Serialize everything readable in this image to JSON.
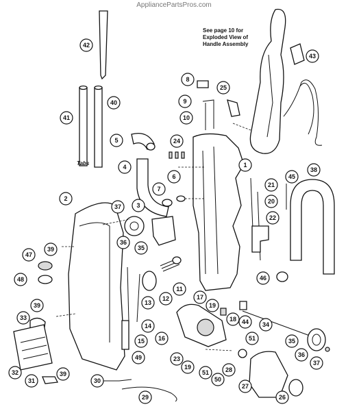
{
  "header": {
    "watermark": "AppliancePartsPros.com"
  },
  "note": {
    "lines": [
      "See page 10 for",
      "Exploded View of",
      "Handle Assembly"
    ]
  },
  "tabs_label": "Tabs",
  "callouts": [
    {
      "id": "c42",
      "label": "42"
    },
    {
      "id": "c41",
      "label": "41"
    },
    {
      "id": "c40",
      "label": "40"
    },
    {
      "id": "c5",
      "label": "5"
    },
    {
      "id": "c4",
      "label": "4"
    },
    {
      "id": "c24",
      "label": "24"
    },
    {
      "id": "c8",
      "label": "8"
    },
    {
      "id": "c9",
      "label": "9"
    },
    {
      "id": "c10",
      "label": "10"
    },
    {
      "id": "c25",
      "label": "25"
    },
    {
      "id": "c43",
      "label": "43"
    },
    {
      "id": "c1",
      "label": "1"
    },
    {
      "id": "c38",
      "label": "38"
    },
    {
      "id": "c45",
      "label": "45"
    },
    {
      "id": "c21",
      "label": "21"
    },
    {
      "id": "c20",
      "label": "20"
    },
    {
      "id": "c22",
      "label": "22"
    },
    {
      "id": "c7",
      "label": "7"
    },
    {
      "id": "c6",
      "label": "6"
    },
    {
      "id": "c2",
      "label": "2"
    },
    {
      "id": "c37a",
      "label": "37"
    },
    {
      "id": "c3",
      "label": "3"
    },
    {
      "id": "c36a",
      "label": "36"
    },
    {
      "id": "c35a",
      "label": "35"
    },
    {
      "id": "c39a",
      "label": "39"
    },
    {
      "id": "c47",
      "label": "47"
    },
    {
      "id": "c48",
      "label": "48"
    },
    {
      "id": "c12",
      "label": "12"
    },
    {
      "id": "c13",
      "label": "13"
    },
    {
      "id": "c11",
      "label": "11"
    },
    {
      "id": "c14",
      "label": "14"
    },
    {
      "id": "c17",
      "label": "17"
    },
    {
      "id": "c19a",
      "label": "19"
    },
    {
      "id": "c18",
      "label": "18"
    },
    {
      "id": "c44",
      "label": "44"
    },
    {
      "id": "c46",
      "label": "46"
    },
    {
      "id": "c39b",
      "label": "39"
    },
    {
      "id": "c33",
      "label": "33"
    },
    {
      "id": "c16",
      "label": "16"
    },
    {
      "id": "c15",
      "label": "15"
    },
    {
      "id": "c51a",
      "label": "51"
    },
    {
      "id": "c34",
      "label": "34"
    },
    {
      "id": "c35b",
      "label": "35"
    },
    {
      "id": "c36b",
      "label": "36"
    },
    {
      "id": "c37b",
      "label": "37"
    },
    {
      "id": "c49",
      "label": "49"
    },
    {
      "id": "c23",
      "label": "23"
    },
    {
      "id": "c19b",
      "label": "19"
    },
    {
      "id": "c51b",
      "label": "51"
    },
    {
      "id": "c50",
      "label": "50"
    },
    {
      "id": "c28",
      "label": "28"
    },
    {
      "id": "c32",
      "label": "32"
    },
    {
      "id": "c31",
      "label": "31"
    },
    {
      "id": "c39c",
      "label": "39"
    },
    {
      "id": "c30",
      "label": "30"
    },
    {
      "id": "c29",
      "label": "29"
    },
    {
      "id": "c27",
      "label": "27"
    },
    {
      "id": "c26",
      "label": "26"
    }
  ]
}
